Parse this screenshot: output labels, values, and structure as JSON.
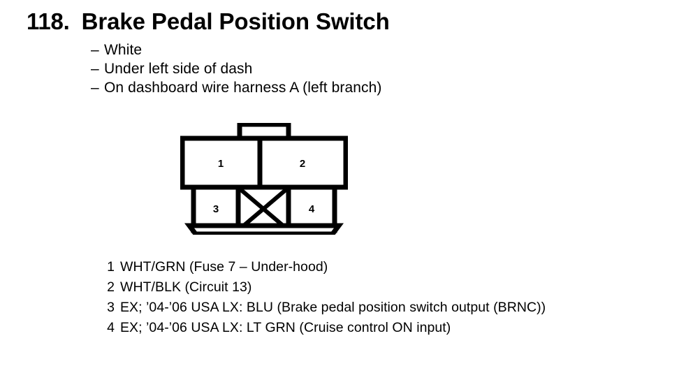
{
  "header": {
    "item_number": "118.",
    "title": "Brake Pedal Position Switch",
    "bullet_marker": "–",
    "bullets": [
      {
        "text": "White"
      },
      {
        "text": "Under left side of dash"
      },
      {
        "text": "On dashboard wire harness A (left branch)"
      }
    ]
  },
  "connector": {
    "label": "connector-diagram",
    "upper_cells": [
      {
        "number": "1"
      },
      {
        "number": "2"
      }
    ],
    "lower_cells": [
      {
        "number": "3"
      },
      {
        "number": ""
      },
      {
        "number": "4"
      }
    ],
    "unused_cell_marker": "X"
  },
  "pins": [
    {
      "number": "1",
      "description": "WHT/GRN (Fuse 7 – Under-hood)"
    },
    {
      "number": "2",
      "description": "WHT/BLK (Circuit 13)"
    },
    {
      "number": "3",
      "description": "EX; ’04-’06 USA LX: BLU (Brake pedal position switch output (BRNC))"
    },
    {
      "number": "4",
      "description": "EX; ’04-’06 USA LX: LT GRN (Cruise control ON input)"
    }
  ],
  "colors": {
    "ink": "#000000",
    "background": "#ffffff"
  }
}
